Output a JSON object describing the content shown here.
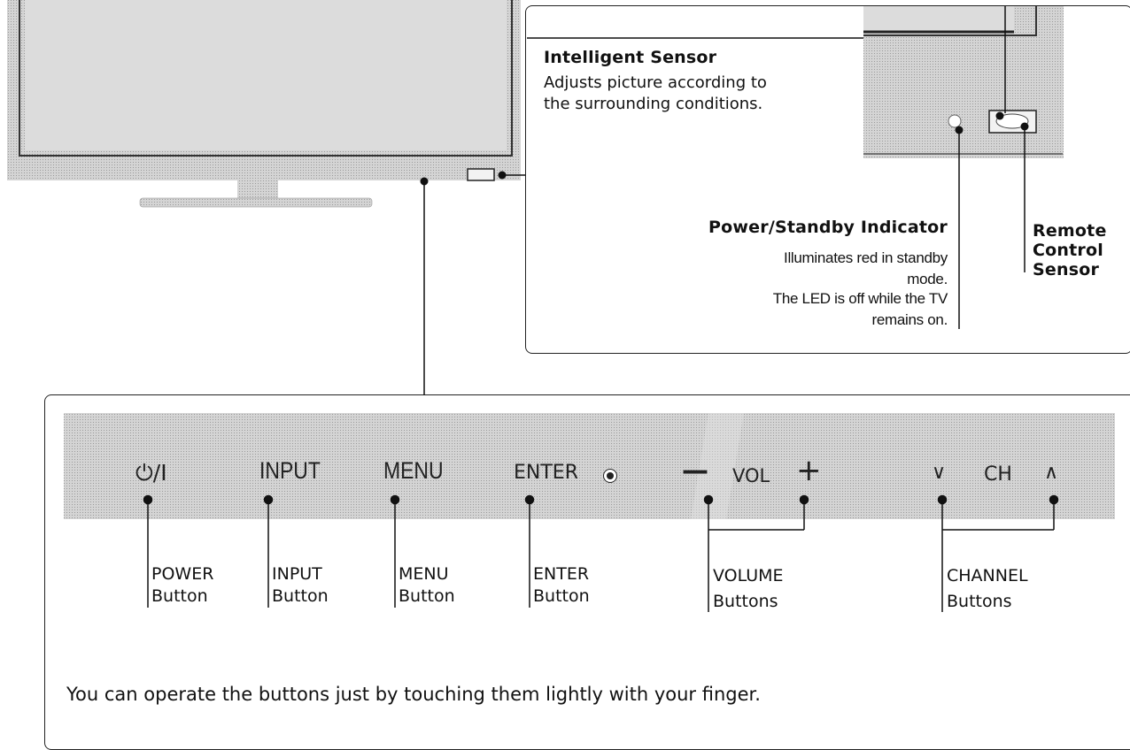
{
  "colors": {
    "panel_fill": "#d3d3d3",
    "tv_fill": "#d6d6d6",
    "line": "#111111"
  },
  "sensor_callout": {
    "intelligent_sensor": {
      "title": "Intelligent Sensor",
      "line1": "Adjusts picture according to",
      "line2": "the surrounding conditions."
    },
    "power_indicator": {
      "title": "Power/Standby Indicator",
      "line1": "Illuminates red in standby",
      "line2": "mode.",
      "line3": "The LED is off while the TV",
      "line4": "remains on."
    },
    "remote_sensor": {
      "line1": "Remote",
      "line2": "Control",
      "line3": "Sensor"
    }
  },
  "panel": {
    "power_symbol": "⏻/I",
    "input": "INPUT",
    "menu": "MENU",
    "enter": "ENTER",
    "vol_minus": "—",
    "vol": "VOL",
    "vol_plus": "+",
    "ch_down": "∨",
    "ch": "CH",
    "ch_up": "∧"
  },
  "button_labels": {
    "power": {
      "line1": "POWER",
      "line2": "Button"
    },
    "input": {
      "line1": "INPUT",
      "line2": "Button"
    },
    "menu": {
      "line1": "MENU",
      "line2": "Button"
    },
    "enter": {
      "line1": "ENTER",
      "line2": "Button"
    },
    "volume": {
      "line1": "VOLUME",
      "line2": "Buttons"
    },
    "channel": {
      "line1": "CHANNEL",
      "line2": "Buttons"
    }
  },
  "note": "You can operate the buttons just by touching them lightly with your finger."
}
